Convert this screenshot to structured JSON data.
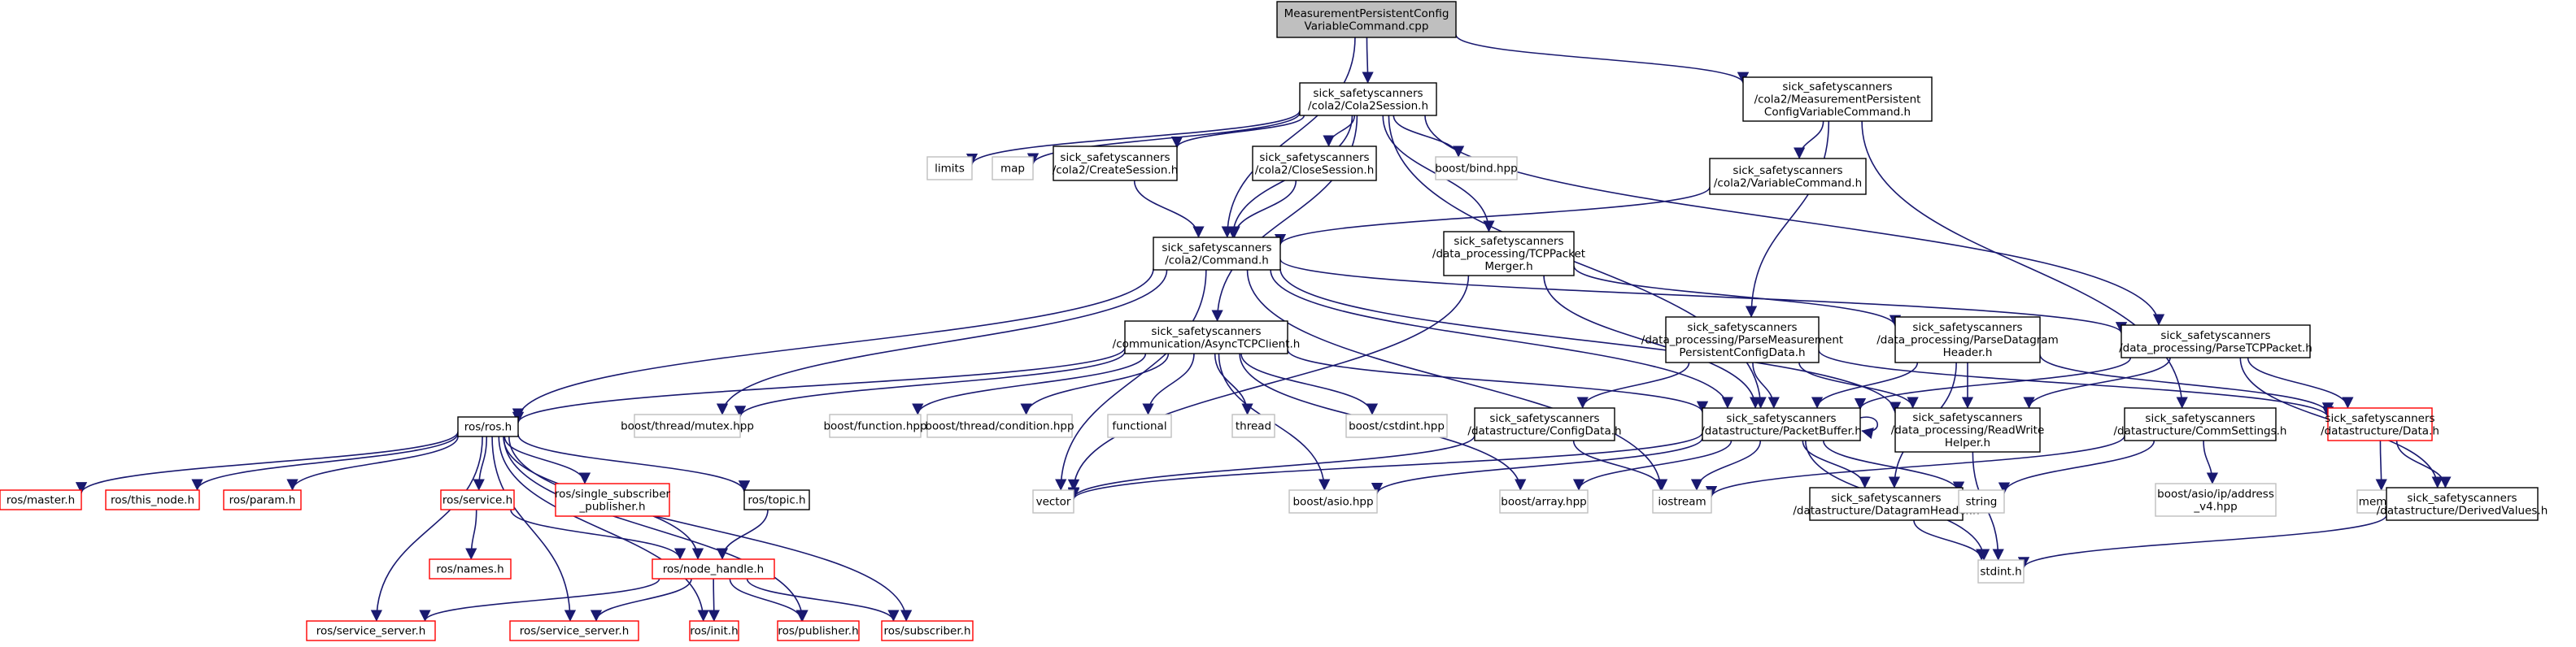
{
  "colors": {
    "edge": "#191970",
    "root_fill": "#bfbfbf",
    "doc_border": "#000000",
    "missing_border": "#ff0000",
    "system_border": "#bfbfbf"
  },
  "nodes": [
    {
      "id": "root",
      "kind": "root",
      "lines": [
        "MeasurementPersistentConfig",
        "VariableCommand.cpp"
      ]
    },
    {
      "id": "c2s",
      "kind": "doc",
      "lines": [
        "sick_safetyscanners",
        "/cola2/Cola2Session.h"
      ]
    },
    {
      "id": "mpcvc",
      "kind": "doc",
      "lines": [
        "sick_safetyscanners",
        "/cola2/MeasurementPersistent",
        "ConfigVariableCommand.h"
      ]
    },
    {
      "id": "limits",
      "kind": "sys",
      "lines": [
        "limits"
      ]
    },
    {
      "id": "map",
      "kind": "sys",
      "lines": [
        "map"
      ]
    },
    {
      "id": "crs",
      "kind": "doc",
      "lines": [
        "sick_safetyscanners",
        "/cola2/CreateSession.h"
      ]
    },
    {
      "id": "cls",
      "kind": "doc",
      "lines": [
        "sick_safetyscanners",
        "/cola2/CloseSession.h"
      ]
    },
    {
      "id": "bind",
      "kind": "sys",
      "lines": [
        "boost/bind.hpp"
      ]
    },
    {
      "id": "varc",
      "kind": "doc",
      "lines": [
        "sick_safetyscanners",
        "/cola2/VariableCommand.h"
      ]
    },
    {
      "id": "cmd",
      "kind": "doc",
      "lines": [
        "sick_safetyscanners",
        "/cola2/Command.h"
      ]
    },
    {
      "id": "tcpm",
      "kind": "doc",
      "lines": [
        "sick_safetyscanners",
        "/data_processing/TCPPacket",
        "Merger.h"
      ]
    },
    {
      "id": "atcp",
      "kind": "doc",
      "lines": [
        "sick_safetyscanners",
        "/communication/AsyncTCPClient.h"
      ]
    },
    {
      "id": "pmpcd",
      "kind": "doc",
      "lines": [
        "sick_safetyscanners",
        "/data_processing/ParseMeasurement",
        "PersistentConfigData.h"
      ]
    },
    {
      "id": "pdh",
      "kind": "doc",
      "lines": [
        "sick_safetyscanners",
        "/data_processing/ParseDatagram",
        "Header.h"
      ]
    },
    {
      "id": "ptcp",
      "kind": "doc",
      "lines": [
        "sick_safetyscanners",
        "/data_processing/ParseTCPPacket.h"
      ]
    },
    {
      "id": "rosh",
      "kind": "doc",
      "lines": [
        "ros/ros.h"
      ]
    },
    {
      "id": "mutex",
      "kind": "sys",
      "lines": [
        "boost/thread/mutex.hpp"
      ]
    },
    {
      "id": "func",
      "kind": "sys",
      "lines": [
        "boost/function.hpp"
      ]
    },
    {
      "id": "cond",
      "kind": "sys",
      "lines": [
        "boost/thread/condition.hpp"
      ]
    },
    {
      "id": "functional",
      "kind": "sys",
      "lines": [
        "functional"
      ]
    },
    {
      "id": "thread",
      "kind": "sys",
      "lines": [
        "thread"
      ]
    },
    {
      "id": "cstdint",
      "kind": "sys",
      "lines": [
        "boost/cstdint.hpp"
      ]
    },
    {
      "id": "cfgd",
      "kind": "doc",
      "lines": [
        "sick_safetyscanners",
        "/datastructure/ConfigData.h"
      ]
    },
    {
      "id": "pbuf",
      "kind": "doc",
      "lines": [
        "sick_safetyscanners",
        "/datastructure/PacketBuffer.h"
      ]
    },
    {
      "id": "rwh",
      "kind": "doc",
      "lines": [
        "sick_safetyscanners",
        "/data_processing/ReadWrite",
        "Helper.h"
      ]
    },
    {
      "id": "cset",
      "kind": "doc",
      "lines": [
        "sick_safetyscanners",
        "/datastructure/CommSettings.h"
      ]
    },
    {
      "id": "data",
      "kind": "miss",
      "lines": [
        "sick_safetyscanners",
        "/datastructure/Data.h"
      ]
    },
    {
      "id": "master",
      "kind": "miss",
      "lines": [
        "ros/master.h"
      ]
    },
    {
      "id": "thisnode",
      "kind": "miss",
      "lines": [
        "ros/this_node.h"
      ]
    },
    {
      "id": "param",
      "kind": "miss",
      "lines": [
        "ros/param.h"
      ]
    },
    {
      "id": "service",
      "kind": "miss",
      "lines": [
        "ros/service.h"
      ]
    },
    {
      "id": "ssp",
      "kind": "miss",
      "lines": [
        "ros/single_subscriber",
        "_publisher.h"
      ]
    },
    {
      "id": "topic",
      "kind": "doc",
      "lines": [
        "ros/topic.h"
      ]
    },
    {
      "id": "vector",
      "kind": "sys",
      "lines": [
        "vector"
      ]
    },
    {
      "id": "asio",
      "kind": "sys",
      "lines": [
        "boost/asio.hpp"
      ]
    },
    {
      "id": "array",
      "kind": "sys",
      "lines": [
        "boost/array.hpp"
      ]
    },
    {
      "id": "iostream",
      "kind": "sys",
      "lines": [
        "iostream"
      ]
    },
    {
      "id": "dgh",
      "kind": "doc",
      "lines": [
        "sick_safetyscanners",
        "/datastructure/DatagramHeader.h"
      ]
    },
    {
      "id": "string",
      "kind": "sys",
      "lines": [
        "string"
      ]
    },
    {
      "id": "ipaddr",
      "kind": "sys",
      "lines": [
        "boost/asio/ip/address",
        "_v4.hpp"
      ]
    },
    {
      "id": "memory",
      "kind": "sys",
      "lines": [
        "memory"
      ]
    },
    {
      "id": "dval",
      "kind": "doc",
      "lines": [
        "sick_safetyscanners",
        "/datastructure/DerivedValues.h"
      ]
    },
    {
      "id": "names",
      "kind": "miss",
      "lines": [
        "ros/names.h"
      ]
    },
    {
      "id": "nh",
      "kind": "miss",
      "lines": [
        "ros/node_handle.h"
      ]
    },
    {
      "id": "stdint",
      "kind": "sys",
      "lines": [
        "stdint.h"
      ]
    },
    {
      "id": "srv1",
      "kind": "miss",
      "lines": [
        "ros/service_server.h"
      ]
    },
    {
      "id": "srv2",
      "kind": "miss",
      "lines": [
        "ros/service_server.h"
      ]
    },
    {
      "id": "init",
      "kind": "miss",
      "lines": [
        "ros/init.h"
      ]
    },
    {
      "id": "pub",
      "kind": "miss",
      "lines": [
        "ros/publisher.h"
      ]
    },
    {
      "id": "sub",
      "kind": "miss",
      "lines": [
        "ros/subscriber.h"
      ]
    }
  ],
  "edges": [
    [
      "root",
      "c2s"
    ],
    [
      "root",
      "mpcvc"
    ],
    [
      "root",
      "cmd"
    ],
    [
      "c2s",
      "limits"
    ],
    [
      "c2s",
      "map"
    ],
    [
      "c2s",
      "crs"
    ],
    [
      "c2s",
      "cls"
    ],
    [
      "c2s",
      "bind"
    ],
    [
      "c2s",
      "cmd"
    ],
    [
      "c2s",
      "tcpm"
    ],
    [
      "c2s",
      "atcp"
    ],
    [
      "c2s",
      "ptcp"
    ],
    [
      "c2s",
      "pbuf"
    ],
    [
      "mpcvc",
      "varc"
    ],
    [
      "mpcvc",
      "pmpcd"
    ],
    [
      "mpcvc",
      "cset"
    ],
    [
      "crs",
      "cmd"
    ],
    [
      "cls",
      "cmd"
    ],
    [
      "varc",
      "cmd"
    ],
    [
      "cmd",
      "rosh"
    ],
    [
      "cmd",
      "mutex"
    ],
    [
      "cmd",
      "vector"
    ],
    [
      "cmd",
      "pbuf"
    ],
    [
      "cmd",
      "rwh"
    ],
    [
      "cmd",
      "ptcp"
    ],
    [
      "cmd",
      "iostream"
    ],
    [
      "tcpm",
      "vector"
    ],
    [
      "tcpm",
      "pbuf"
    ],
    [
      "tcpm",
      "pdh"
    ],
    [
      "atcp",
      "rosh"
    ],
    [
      "atcp",
      "mutex"
    ],
    [
      "atcp",
      "func"
    ],
    [
      "atcp",
      "cond"
    ],
    [
      "atcp",
      "functional"
    ],
    [
      "atcp",
      "thread"
    ],
    [
      "atcp",
      "cstdint"
    ],
    [
      "atcp",
      "asio"
    ],
    [
      "atcp",
      "array"
    ],
    [
      "atcp",
      "pbuf"
    ],
    [
      "pmpcd",
      "cfgd"
    ],
    [
      "pmpcd",
      "pbuf"
    ],
    [
      "pmpcd",
      "rwh"
    ],
    [
      "pmpcd",
      "data"
    ],
    [
      "pdh",
      "pbuf"
    ],
    [
      "pdh",
      "rwh"
    ],
    [
      "pdh",
      "dgh"
    ],
    [
      "pdh",
      "data"
    ],
    [
      "ptcp",
      "pbuf"
    ],
    [
      "ptcp",
      "rwh"
    ],
    [
      "ptcp",
      "data"
    ],
    [
      "ptcp",
      "dval"
    ],
    [
      "cfgd",
      "vector"
    ],
    [
      "cfgd",
      "iostream"
    ],
    [
      "pbuf",
      "pbuf"
    ],
    [
      "pbuf",
      "vector"
    ],
    [
      "pbuf",
      "asio"
    ],
    [
      "pbuf",
      "array"
    ],
    [
      "pbuf",
      "iostream"
    ],
    [
      "pbuf",
      "dgh"
    ],
    [
      "pbuf",
      "string"
    ],
    [
      "pbuf",
      "stdint"
    ],
    [
      "rwh",
      "stdint"
    ],
    [
      "cset",
      "iostream"
    ],
    [
      "cset",
      "string"
    ],
    [
      "cset",
      "ipaddr"
    ],
    [
      "data",
      "memory"
    ],
    [
      "data",
      "dval"
    ],
    [
      "dval",
      "stdint"
    ],
    [
      "dgh",
      "stdint"
    ],
    [
      "rosh",
      "master"
    ],
    [
      "rosh",
      "thisnode"
    ],
    [
      "rosh",
      "param"
    ],
    [
      "rosh",
      "service"
    ],
    [
      "rosh",
      "ssp"
    ],
    [
      "rosh",
      "topic"
    ],
    [
      "rosh",
      "nh"
    ],
    [
      "rosh",
      "srv1"
    ],
    [
      "rosh",
      "srv2"
    ],
    [
      "rosh",
      "init"
    ],
    [
      "rosh",
      "pub"
    ],
    [
      "rosh",
      "sub"
    ],
    [
      "service",
      "names"
    ],
    [
      "service",
      "nh"
    ],
    [
      "topic",
      "nh"
    ],
    [
      "nh",
      "srv1"
    ],
    [
      "nh",
      "srv2"
    ],
    [
      "nh",
      "init"
    ],
    [
      "nh",
      "pub"
    ],
    [
      "nh",
      "sub"
    ]
  ]
}
